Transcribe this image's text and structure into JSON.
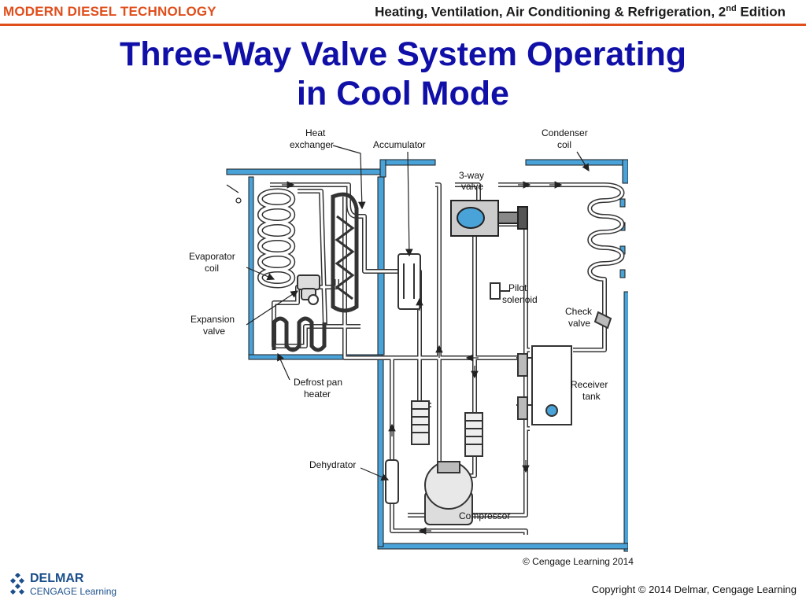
{
  "header": {
    "left": "MODERN DIESEL TECHNOLOGY",
    "right_main": "Heating, Ventilation, Air Conditioning & Refrigeration, 2",
    "right_sup": "nd",
    "right_tail": " Edition"
  },
  "title": {
    "line1": "Three-Way  Valve System Operating",
    "line2": "in Cool Mode"
  },
  "diagram": {
    "labels": {
      "heat_exchanger_1": "Heat",
      "heat_exchanger_2": "exchanger",
      "accumulator": "Accumulator",
      "condenser_1": "Condenser",
      "condenser_2": "coil",
      "three_way_1": "3-way",
      "three_way_2": "valve",
      "evaporator_1": "Evaporator",
      "evaporator_2": "coil",
      "pilot_1": "Pilot",
      "pilot_2": "solenoid",
      "check_1": "Check",
      "check_2": "valve",
      "expansion_1": "Expansion",
      "expansion_2": "valve",
      "defrost_1": "Defrost pan",
      "defrost_2": "heater",
      "receiver_1": "Receiver",
      "receiver_2": "tank",
      "dehydrator": "Dehydrator",
      "compressor": "Compressor"
    },
    "credit": "© Cengage Learning 2014"
  },
  "footer": {
    "logo_top": "DELMAR",
    "logo_bottom": "CENGAGE Learning",
    "copyright": "Copyright © 2014 Delmar, Cengage Learning"
  },
  "colors": {
    "header_accent": "#e04e1b",
    "title": "#1010a8",
    "insulation_wall": "#4aa3d8",
    "logo": "#1a4f8b"
  }
}
